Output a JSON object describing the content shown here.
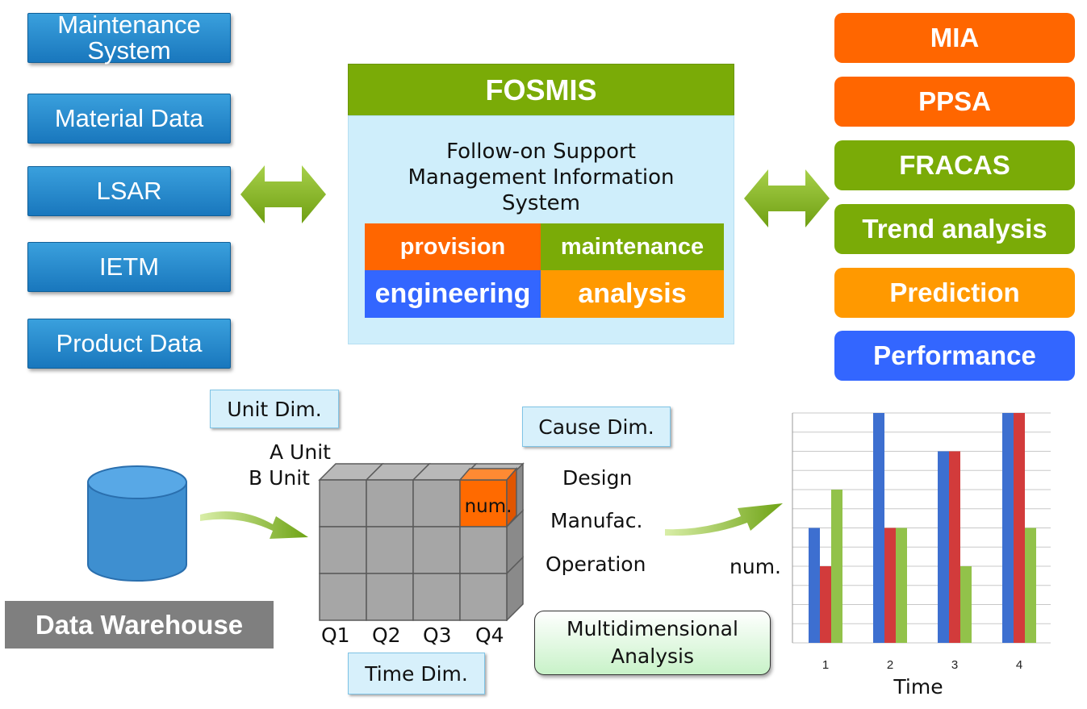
{
  "left_sources": [
    {
      "lines": [
        "Maintenance",
        "System"
      ]
    },
    {
      "lines": [
        "Material Data"
      ]
    },
    {
      "lines": [
        "LSAR"
      ]
    },
    {
      "lines": [
        "IETM"
      ]
    },
    {
      "lines": [
        "Product Data"
      ]
    }
  ],
  "center": {
    "title": "FOSMIS",
    "description": [
      "Follow-on Support",
      "Management Information",
      "System"
    ],
    "cells": {
      "provision": "provision",
      "maintenance": "maintenance",
      "engineering": "engineering",
      "analysis": "analysis"
    }
  },
  "right_outputs": [
    {
      "label": "MIA",
      "color": "#ff6600"
    },
    {
      "label": "PPSA",
      "color": "#ff6600"
    },
    {
      "label": "FRACAS",
      "color": "#7aab07"
    },
    {
      "label": "Trend analysis",
      "color": "#7aab07"
    },
    {
      "label": "Prediction",
      "color": "#ff9900"
    },
    {
      "label": "Performance",
      "color": "#3366ff"
    }
  ],
  "cube": {
    "unit_dim": "Unit Dim.",
    "cause_dim": "Cause Dim.",
    "time_dim": "Time Dim.",
    "units": [
      "A Unit",
      "B Unit"
    ],
    "causes": [
      "Design",
      "Manufac.",
      "Operation"
    ],
    "quarters": [
      "Q1",
      "Q2",
      "Q3",
      "Q4"
    ],
    "highlight_label": "num."
  },
  "warehouse": {
    "label": "Data Warehouse"
  },
  "multidim": {
    "lines": [
      "Multidimensional",
      "Analysis"
    ]
  },
  "chart_data": {
    "type": "bar",
    "categories": [
      "1",
      "2",
      "3",
      "4"
    ],
    "series": [
      {
        "values": [
          3,
          6,
          5,
          6
        ],
        "color": "#3d6fd0"
      },
      {
        "values": [
          2,
          3,
          5,
          6
        ],
        "color": "#d23b3b"
      },
      {
        "values": [
          4,
          3,
          2,
          3
        ],
        "color": "#92c24a"
      }
    ],
    "xlabel": "Time",
    "ylabel": "num.",
    "ylim": [
      0,
      6
    ],
    "grid": true
  }
}
